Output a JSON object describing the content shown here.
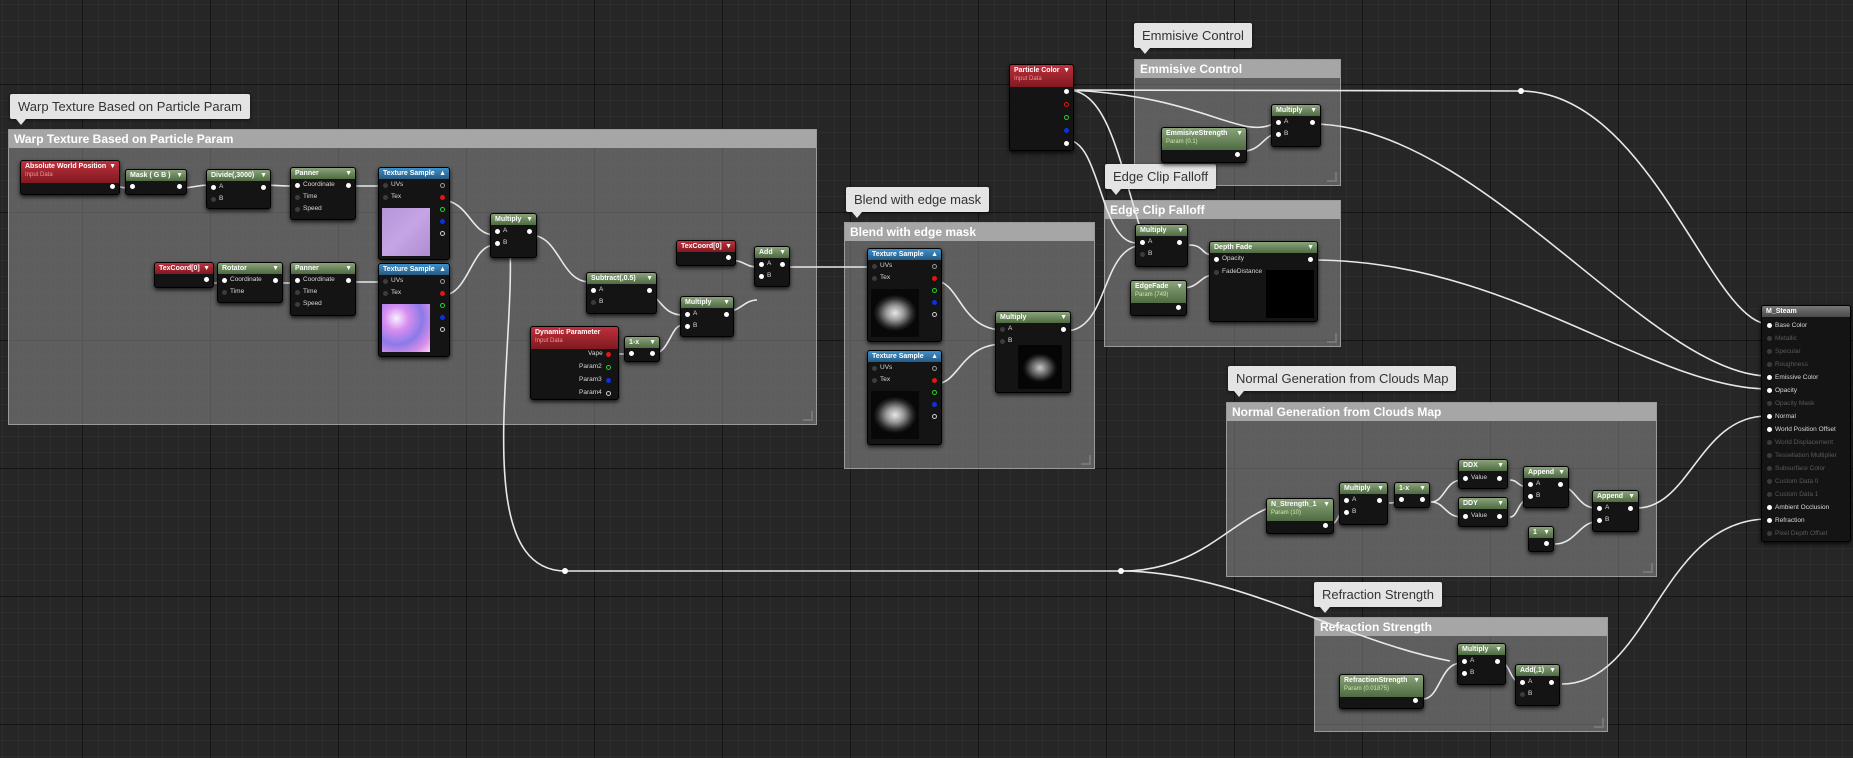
{
  "comments": [
    {
      "title": "Warp Texture Based on Particle Param",
      "bubble": "Warp Texture Based on Particle Param"
    },
    {
      "title": "Blend with edge mask",
      "bubble": "Blend with edge mask"
    },
    {
      "title": "Emmisive Control",
      "bubble": "Emmisive Control"
    },
    {
      "title": "Edge Clip Falloff",
      "bubble": "Edge Clip Falloff"
    },
    {
      "title": "Normal Generation from Clouds Map",
      "bubble": "Normal Generation from Clouds Map"
    },
    {
      "title": "Refraction Strength",
      "bubble": "Refraction Strength"
    }
  ],
  "nodes": {
    "abs_world_pos": {
      "title": "Absolute World Position",
      "sub": "Input Data"
    },
    "mask_rgb": {
      "title": "Mask ( G B )"
    },
    "divide": {
      "title": "Divide(,3000)",
      "pins": [
        "A",
        "B"
      ]
    },
    "panner1": {
      "title": "Panner",
      "pins": [
        "Coordinate",
        "Time",
        "Speed"
      ]
    },
    "texsample1": {
      "title": "Texture Sample",
      "pins": [
        "UVs",
        "Tex"
      ]
    },
    "texcoord_rot": {
      "title": "TexCoord[0]"
    },
    "rotator": {
      "title": "Rotator",
      "pins": [
        "Coordinate",
        "Time"
      ]
    },
    "panner2": {
      "title": "Panner",
      "pins": [
        "Coordinate",
        "Time",
        "Speed"
      ]
    },
    "texsample2": {
      "title": "Texture Sample",
      "pins": [
        "UVs",
        "Tex"
      ]
    },
    "multiply1": {
      "title": "Multiply",
      "pins": [
        "A",
        "B"
      ]
    },
    "subtract": {
      "title": "Subtract(,0.5)",
      "pins": [
        "A",
        "B"
      ]
    },
    "dynparam": {
      "title": "Dynamic Parameter",
      "sub": "Input Data",
      "pins": [
        "Vape",
        "Param2",
        "Param3",
        "Param4"
      ]
    },
    "oneminus1": {
      "title": "1-x"
    },
    "multiply2": {
      "title": "Multiply",
      "pins": [
        "A",
        "B"
      ]
    },
    "texcoord_add": {
      "title": "TexCoord[0]"
    },
    "add": {
      "title": "Add",
      "pins": [
        "A",
        "B"
      ]
    },
    "texsample3": {
      "title": "Texture Sample",
      "pins": [
        "UVs",
        "Tex"
      ]
    },
    "texsample4": {
      "title": "Texture Sample",
      "pins": [
        "UVs",
        "Tex"
      ]
    },
    "multiply3": {
      "title": "Multiply",
      "pins": [
        "A",
        "B"
      ]
    },
    "particle_color": {
      "title": "Particle Color",
      "sub": "Input Data"
    },
    "emissive_strength": {
      "title": "EmmisiveStrength",
      "sub": "Param (0.1)"
    },
    "multiply_em": {
      "title": "Multiply",
      "pins": [
        "A",
        "B"
      ]
    },
    "multiply_edge": {
      "title": "Multiply",
      "pins": [
        "A",
        "B"
      ]
    },
    "depth_fade": {
      "title": "Depth Fade",
      "pins": [
        "Opacity",
        "FadeDistance"
      ]
    },
    "edge_fade": {
      "title": "EdgeFade",
      "sub": "Param (749)"
    },
    "n_strength": {
      "title": "N_Strength_1",
      "sub": "Param (10)"
    },
    "multiply_n": {
      "title": "Multiply",
      "pins": [
        "A",
        "B"
      ]
    },
    "oneminus2": {
      "title": "1-x"
    },
    "ddx": {
      "title": "DDX",
      "pins": [
        "Value"
      ]
    },
    "ddy": {
      "title": "DDY",
      "pins": [
        "Value"
      ]
    },
    "append1": {
      "title": "Append",
      "pins": [
        "A",
        "B"
      ]
    },
    "const1": {
      "title": "1"
    },
    "append2": {
      "title": "Append",
      "pins": [
        "A",
        "B"
      ]
    },
    "refraction_strength": {
      "title": "RefractionStrength",
      "sub": "Param (0.01875)"
    },
    "multiply_r": {
      "title": "Multiply",
      "pins": [
        "A",
        "B"
      ]
    },
    "add1": {
      "title": "Add(,1)",
      "pins": [
        "A",
        "B"
      ]
    }
  },
  "material": {
    "title": "M_Steam",
    "pins": [
      "Base Color",
      "Metallic",
      "Specular",
      "Roughness",
      "Emissive Color",
      "Opacity",
      "Opacity Mask",
      "Normal",
      "World Position Offset",
      "World Displacement",
      "Tessellation Multiplier",
      "Subsurface Color",
      "Custom Data 0",
      "Custom Data 1",
      "Ambient Occlusion",
      "Refraction",
      "Pixel Depth Offset"
    ],
    "active": [
      true,
      false,
      false,
      false,
      true,
      true,
      false,
      true,
      true,
      false,
      false,
      false,
      false,
      false,
      true,
      true,
      false
    ]
  },
  "colors": {
    "param_green": "#4e6b42",
    "input_red": "#7d1a22",
    "texture_blue": "#255b85",
    "comment_gray": "#a6a6a6"
  }
}
